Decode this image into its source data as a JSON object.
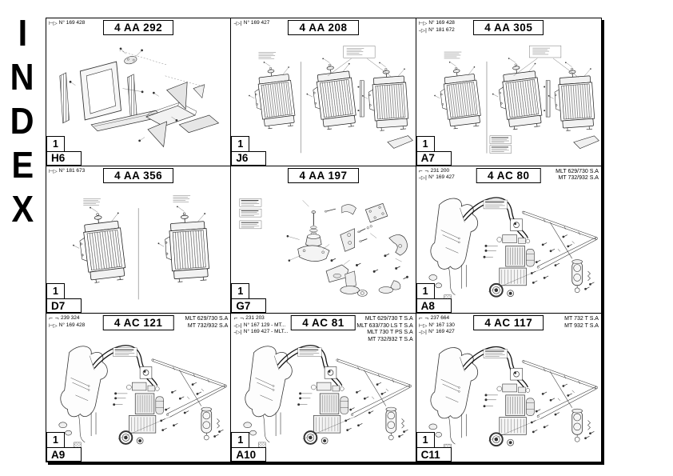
{
  "page": {
    "index_letters": [
      "I",
      "N",
      "D",
      "E",
      "X"
    ]
  },
  "panels": [
    {
      "code": "4 AA 292",
      "sheet": "1",
      "grid_ref": "H6",
      "refs": [
        {
          "icon": "from-serial-icon",
          "glyph": "⊢▷",
          "text": "N° 169 428"
        }
      ],
      "models": []
    },
    {
      "code": "4 AA 208",
      "sheet": "1",
      "grid_ref": "J6",
      "refs": [
        {
          "icon": "up-to-serial-icon",
          "glyph": "–▷|",
          "text": "N° 169 427"
        }
      ],
      "models": []
    },
    {
      "code": "4 AA 305",
      "sheet": "1",
      "grid_ref": "A7",
      "refs": [
        {
          "icon": "from-serial-icon",
          "glyph": "⊢▷",
          "text": "N° 169 428"
        },
        {
          "icon": "up-to-serial-icon",
          "glyph": "–▷|",
          "text": "N° 181 672"
        }
      ],
      "models": []
    },
    {
      "code": "4 AA 356",
      "sheet": "1",
      "grid_ref": "D7",
      "refs": [
        {
          "icon": "from-serial-icon",
          "glyph": "⊢▷",
          "text": "N° 181 673"
        }
      ],
      "models": []
    },
    {
      "code": "4 AA 197",
      "sheet": "1",
      "grid_ref": "G7",
      "refs": [],
      "models": []
    },
    {
      "code": "4 AC 80",
      "sheet": "1",
      "grid_ref": "A8",
      "refs": [
        {
          "icon": "folio-icon",
          "glyph": "⌐ ¬",
          "text": "231 200"
        },
        {
          "icon": "up-to-serial-icon",
          "glyph": "–▷|",
          "text": "N° 169 427"
        }
      ],
      "models": [
        "MLT 629/730 S.A",
        "MT 732/932 S.A"
      ]
    },
    {
      "code": "4 AC 121",
      "sheet": "1",
      "grid_ref": "A9",
      "refs": [
        {
          "icon": "folio-icon",
          "glyph": "⌐ ¬",
          "text": "239 324"
        },
        {
          "icon": "from-serial-icon",
          "glyph": "⊢▷",
          "text": "N° 169 428"
        }
      ],
      "models": [
        "MLT 629/730 S.A",
        "MT 732/932 S.A"
      ]
    },
    {
      "code": "4 AC 81",
      "sheet": "1",
      "grid_ref": "A10",
      "refs": [
        {
          "icon": "folio-icon",
          "glyph": "⌐ ¬",
          "text": "231 203"
        },
        {
          "icon": "up-to-serial-icon",
          "glyph": "–▷|",
          "text": "N° 167 129 - MT..."
        },
        {
          "icon": "up-to-serial-icon",
          "glyph": "–▷|",
          "text": "N° 169 427 - MLT..."
        }
      ],
      "models": [
        "MLT 629/730 T S.A",
        "MLT 633/730 LS T S.A",
        "MLT 730 T PS S.A",
        "MT 732/932 T S.A"
      ]
    },
    {
      "code": "4 AC 117",
      "sheet": "1",
      "grid_ref": "C11",
      "refs": [
        {
          "icon": "folio-icon",
          "glyph": "⌐ ¬",
          "text": "237 664"
        },
        {
          "icon": "from-serial-icon",
          "glyph": "⊢▷",
          "text": "N° 167 130"
        },
        {
          "icon": "up-to-serial-icon",
          "glyph": "–▷|",
          "text": "N° 169 427"
        }
      ],
      "models": [
        "MT 732 T S.A",
        "MT 932 T S.A"
      ]
    }
  ]
}
